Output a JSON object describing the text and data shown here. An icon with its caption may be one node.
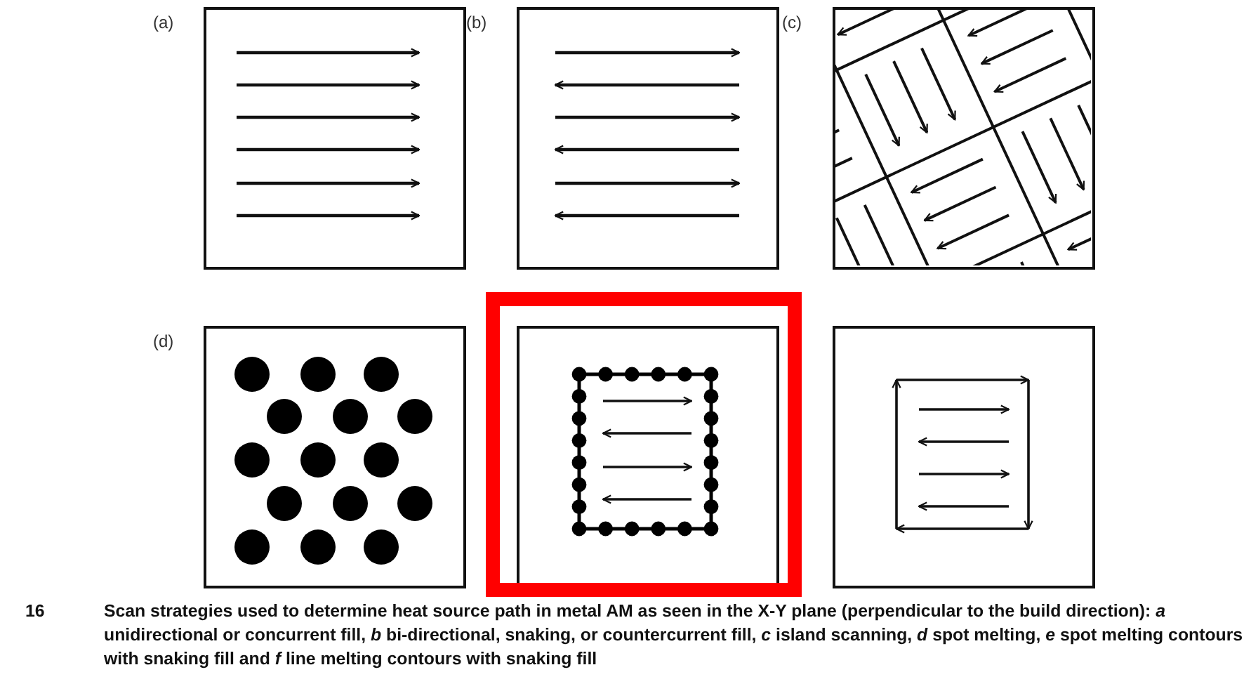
{
  "diagram": {
    "caption": "Scan strategies used to determine heat source path in metal AM as seen in the X-Y plane (perpendicular to the build direction): *a* unidirectional or concurrent fill, *b* bi-directional, snaking, or countercurrent fill, *c* island scanning, *d* spot melting, *e* spot melting contours with snaking fill and *f* line melting contours with snaking fill",
    "nodes": [
      {
        "text": [
          "(a)"
        ]
      },
      {
        "text": [
          "(b)"
        ]
      },
      {
        "text": [
          "(c)"
        ]
      },
      {
        "text": [
          "(d)"
        ]
      },
      {
        "text": [],
        "shape": "box"
      },
      {
        "text": [],
        "shape": "box"
      }
    ],
    "labels": [
      "16"
    ]
  }
}
